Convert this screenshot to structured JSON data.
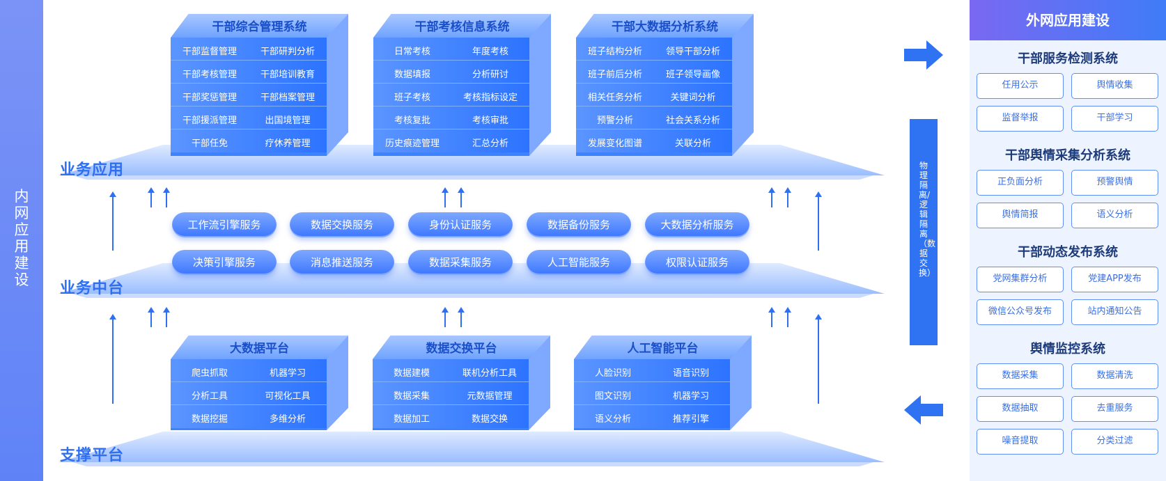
{
  "left_label": "内网应用建设",
  "layers": {
    "business_app": "业务应用",
    "business_middle": "业务中台",
    "support_platform": "支撑平台"
  },
  "app_systems": [
    {
      "title": "干部综合管理系统",
      "rows": [
        [
          "干部监督管理",
          "干部研判分析"
        ],
        [
          "干部考核管理",
          "干部培训教育"
        ],
        [
          "干部奖惩管理",
          "干部档案管理"
        ],
        [
          "干部援派管理",
          "出国境管理"
        ],
        [
          "干部任免",
          "疗休养管理"
        ]
      ]
    },
    {
      "title": "干部考核信息系统",
      "rows": [
        [
          "日常考核",
          "年度考核"
        ],
        [
          "数据填报",
          "分析研讨"
        ],
        [
          "班子考核",
          "考核指标设定"
        ],
        [
          "考核复批",
          "考核审批"
        ],
        [
          "历史痕迹管理",
          "汇总分析"
        ]
      ]
    },
    {
      "title": "干部大数据分析系统",
      "rows": [
        [
          "班子结构分析",
          "领导干部分析"
        ],
        [
          "班子前后分析",
          "班子领导画像"
        ],
        [
          "相关任务分析",
          "关键词分析"
        ],
        [
          "预警分析",
          "社会关系分析"
        ],
        [
          "发展变化图谱",
          "关联分析"
        ]
      ]
    }
  ],
  "services": [
    [
      "工作流引擎服务",
      "数据交换服务",
      "身份认证服务",
      "数据备份服务",
      "大数据分析服务"
    ],
    [
      "决策引擎服务",
      "消息推送服务",
      "数据采集服务",
      "人工智能服务",
      "权限认证服务"
    ]
  ],
  "platforms": [
    {
      "title": "大数据平台",
      "rows": [
        [
          "爬虫抓取",
          "机器学习"
        ],
        [
          "分析工具",
          "可视化工具"
        ],
        [
          "数据挖掘",
          "多维分析"
        ]
      ]
    },
    {
      "title": "数据交换平台",
      "rows": [
        [
          "数据建模",
          "联机分析工具"
        ],
        [
          "数据采集",
          "元数据管理"
        ],
        [
          "数据加工",
          "数据交换"
        ]
      ]
    },
    {
      "title": "人工智能平台",
      "rows": [
        [
          "人脸识别",
          "语音识别"
        ],
        [
          "图文识别",
          "机器学习"
        ],
        [
          "语义分析",
          "推荐引擎"
        ]
      ]
    }
  ],
  "isolation_label": "物理隔离/逻辑隔离（数据交换）",
  "right_panel": {
    "header": "外网应用建设",
    "sections": [
      {
        "title": "干部服务检测系统",
        "items": [
          "任用公示",
          "舆情收集",
          "监督举报",
          "干部学习"
        ]
      },
      {
        "title": "干部舆情采集分析系统",
        "items": [
          "正负面分析",
          "预警舆情",
          "舆情简报",
          "语义分析"
        ]
      },
      {
        "title": "干部动态发布系统",
        "items": [
          "党网集群分析",
          "党建APP发布",
          "微信公众号发布",
          "站内通知公告"
        ]
      },
      {
        "title": "舆情监控系统",
        "items": [
          "数据采集",
          "数据清洗",
          "数据抽取",
          "去重服务",
          "噪音提取",
          "分类过滤"
        ]
      }
    ]
  },
  "colors": {
    "primary": "#2f6ff0",
    "box_front": "#3d83ff",
    "panel_bg": "#eef4ff",
    "sidebar": "#6a8cf7"
  },
  "icons": [
    "arrow-right-icon",
    "arrow-left-icon",
    "arrow-up-icon"
  ]
}
